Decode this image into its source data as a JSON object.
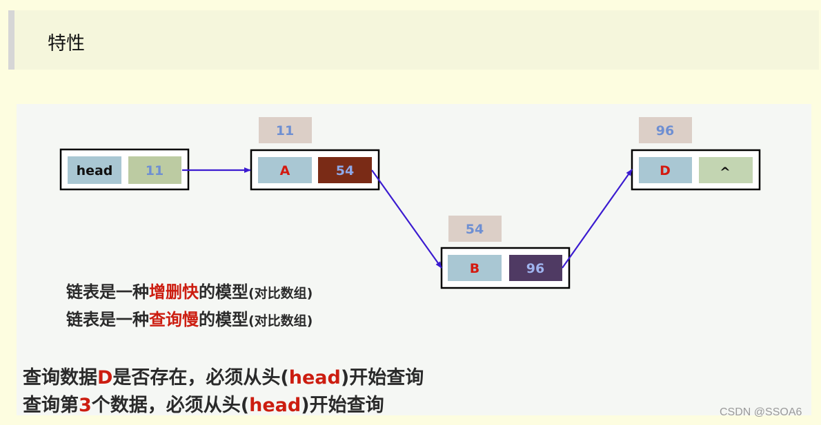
{
  "header": {
    "title": "特性"
  },
  "nodes": {
    "head": {
      "label": "head",
      "next": "11"
    },
    "A": {
      "address": "11",
      "value": "A",
      "next": "54"
    },
    "B": {
      "address": "54",
      "value": "B",
      "next": "96"
    },
    "D": {
      "address": "96",
      "value": "D",
      "next": "^"
    }
  },
  "text": {
    "line1": {
      "prefix": "链表是一种",
      "highlight": "增删快",
      "suffix": "的模型",
      "note": "(对比数组)"
    },
    "line2": {
      "prefix": "链表是一种",
      "highlight": "查询慢",
      "suffix": "的模型",
      "note": "(对比数组)"
    },
    "line3": {
      "p1": "查询数据",
      "h1": "D",
      "p2": "是否存在，必须从头(",
      "h2": "head",
      "p3": ")开始查询"
    },
    "line4": {
      "p1": "查询第",
      "h1": "3",
      "p2": "个数据，必须从头(",
      "h2": "head",
      "p3": ")开始查询"
    }
  },
  "watermark": "CSDN @SSOA6",
  "colors": {
    "value_cell": "#a9c7d3",
    "pointer_cell_head": "#bccba2",
    "pointer_cell_A": "#7a2b16",
    "pointer_cell_B": "#4f3a63",
    "pointer_cell_D": "#c3d5b2",
    "highlight": "#cc1d10",
    "arrow": "#3b1bd0"
  }
}
